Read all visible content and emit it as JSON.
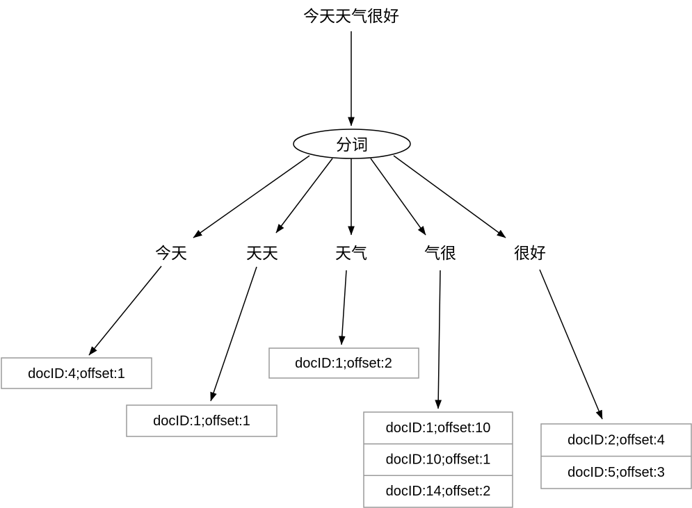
{
  "diagram": {
    "title": "今天天气很好",
    "segmenter_node": {
      "label": "分词"
    },
    "terms": [
      {
        "label": "今天",
        "postings": [
          "docID:4;offset:1"
        ]
      },
      {
        "label": "天天",
        "postings": [
          "docID:1;offset:1"
        ]
      },
      {
        "label": "天气",
        "postings": [
          "docID:1;offset:2"
        ]
      },
      {
        "label": "气很",
        "postings": [
          "docID:1;offset:10",
          "docID:10;offset:1",
          "docID:14;offset:2"
        ]
      },
      {
        "label": "很好",
        "postings": [
          "docID:2;offset:4",
          "docID:5;offset:3"
        ]
      }
    ],
    "colors": {
      "line": "#000000",
      "text": "#000000",
      "box_border": "#9a9a9a",
      "background": "#ffffff"
    }
  }
}
